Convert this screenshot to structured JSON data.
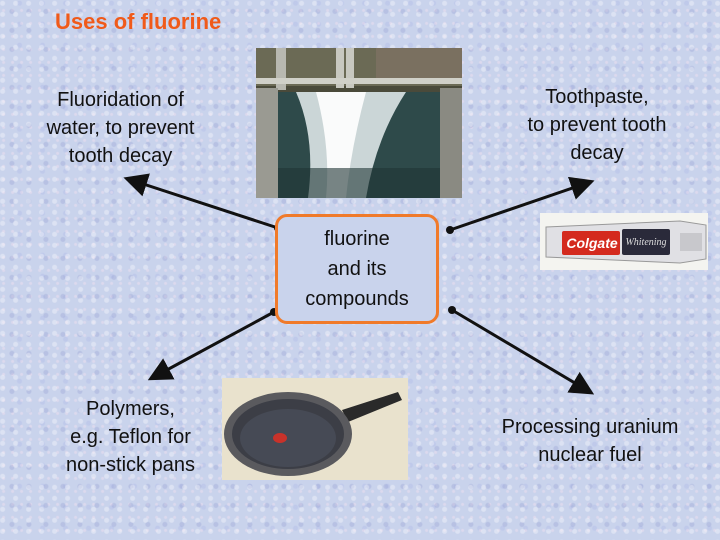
{
  "title": "Uses of fluorine",
  "center": {
    "lines": [
      "fluorine",
      "and its",
      "compounds"
    ]
  },
  "uses": {
    "top_left": [
      "Fluoridation of",
      "water, to prevent",
      "tooth decay"
    ],
    "top_right": [
      "Toothpaste,",
      "to prevent tooth",
      "decay"
    ],
    "bottom_left": [
      "Polymers,",
      "e.g. Teflon for",
      "non-stick pans"
    ],
    "bottom_right": [
      "Processing uranium",
      "nuclear fuel"
    ]
  },
  "images": {
    "toothpaste_brand": "Colgate",
    "toothpaste_variant": "Whitening"
  },
  "colors": {
    "title": "#f05a1a",
    "center_border": "#f07a2a",
    "arrow": "#111111"
  }
}
